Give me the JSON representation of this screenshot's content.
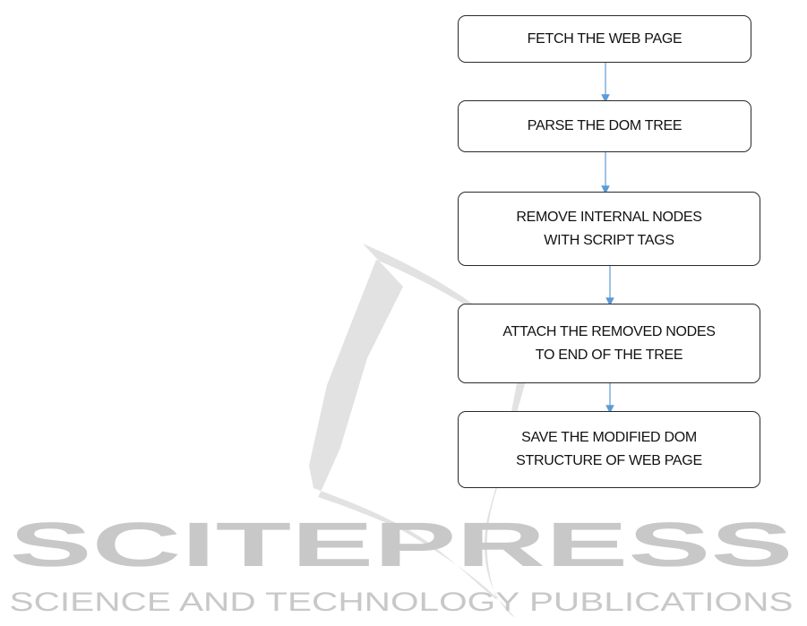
{
  "flowchart": {
    "steps": [
      {
        "lines": [
          "FETCH THE WEB PAGE"
        ]
      },
      {
        "lines": [
          "PARSE THE DOM TREE"
        ]
      },
      {
        "lines": [
          "REMOVE INTERNAL NODES",
          "WITH SCRIPT TAGS"
        ]
      },
      {
        "lines": [
          "ATTACH THE REMOVED NODES",
          "TO END OF THE TREE"
        ]
      },
      {
        "lines": [
          "SAVE THE MODIFIED DOM",
          "STRUCTURE OF WEB PAGE"
        ]
      }
    ],
    "arrow_color": "#5b9bd5"
  },
  "watermark": {
    "title": "SCITEPRESS",
    "subtitle": "SCIENCE AND TECHNOLOGY PUBLICATIONS",
    "color": "#c8c8c8"
  }
}
